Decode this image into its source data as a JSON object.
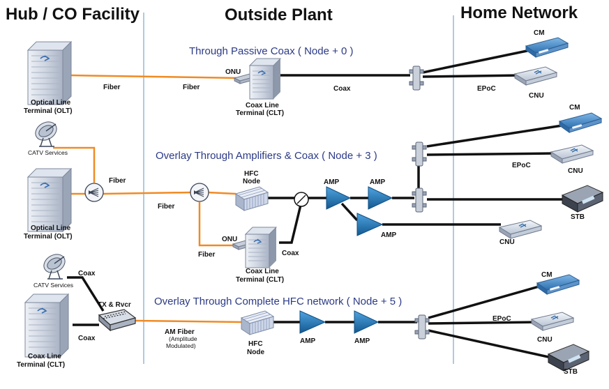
{
  "headers": {
    "hub": "Hub / CO Facility",
    "outside": "Outside Plant",
    "home": "Home Network"
  },
  "section1": {
    "title": "Through Passive Coax ( Node + 0 )",
    "olt_line1": "Optical Line",
    "olt_line2": "Terminal (OLT)",
    "fiber_a": "Fiber",
    "fiber_b": "Fiber",
    "onu": "ONU",
    "clt_line1": "Coax Line",
    "clt_line2": "Terminal (CLT)",
    "coax": "Coax",
    "epoc": "EPoC",
    "cm": "CM",
    "cnu": "CNU"
  },
  "section2": {
    "title": "Overlay Through Amplifiers & Coax ( Node + 3 )",
    "catv": "CATV Services",
    "olt_line1": "Optical Line",
    "olt_line2": "Terminal (OLT)",
    "fiber_a": "Fiber",
    "fiber_b": "Fiber",
    "fiber_c": "Fiber",
    "hfc_line1": "HFC",
    "hfc_line2": "Node",
    "onu": "ONU",
    "clt_line1": "Coax Line",
    "clt_line2": "Terminal (CLT)",
    "coax": "Coax",
    "amp1": "AMP",
    "amp2": "AMP",
    "amp3": "AMP",
    "epoc": "EPoC",
    "cm": "CM",
    "cnu_a": "CNU",
    "stb": "STB",
    "cnu_b": "CNU"
  },
  "section3": {
    "title": "Overlay Through Complete HFC network ( Node + 5 )",
    "catv": "CATV Services",
    "coax_a": "Coax",
    "coax_b": "Coax",
    "txrx": "TX & Rvcr",
    "clt_line1": "Coax Line",
    "clt_line2": "Terminal (CLT)",
    "amfiber_line1": "AM Fiber",
    "amfiber_line2": "(Amplitude",
    "amfiber_line3": "Modulated)",
    "hfc_line1": "HFC",
    "hfc_line2": "Node",
    "amp1": "AMP",
    "amp2": "AMP",
    "epoc": "EPoC",
    "cm": "CM",
    "cnu": "CNU",
    "stb": "STB"
  },
  "colors": {
    "fiber": "#f08a24",
    "coax": "#111111",
    "amp": "#1f74b8",
    "section_title": "#2b3a86",
    "divider": "#7aa8c8"
  }
}
